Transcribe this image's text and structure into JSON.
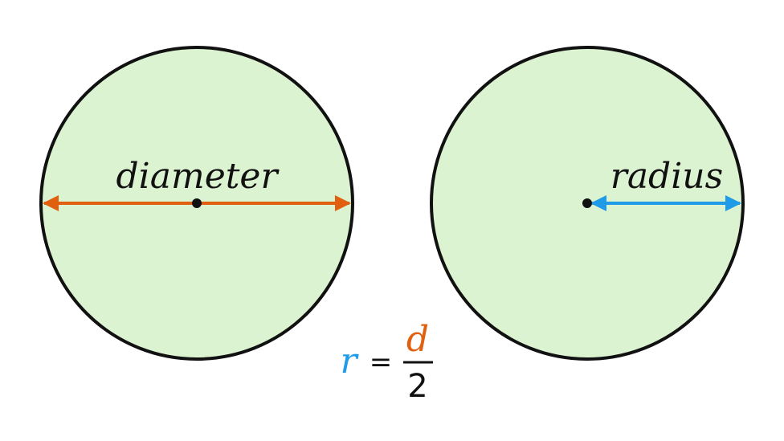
{
  "labels": {
    "diameter": "diameter",
    "radius": "radius"
  },
  "formula": {
    "lhs": "r",
    "equals": "=",
    "numerator": "d",
    "denominator": "2"
  },
  "colors": {
    "circle_fill": "#dcf3d1",
    "circle_stroke": "#111111",
    "diameter_arrow": "#e0600f",
    "radius_arrow": "#1f9be8",
    "text": "#111111"
  }
}
